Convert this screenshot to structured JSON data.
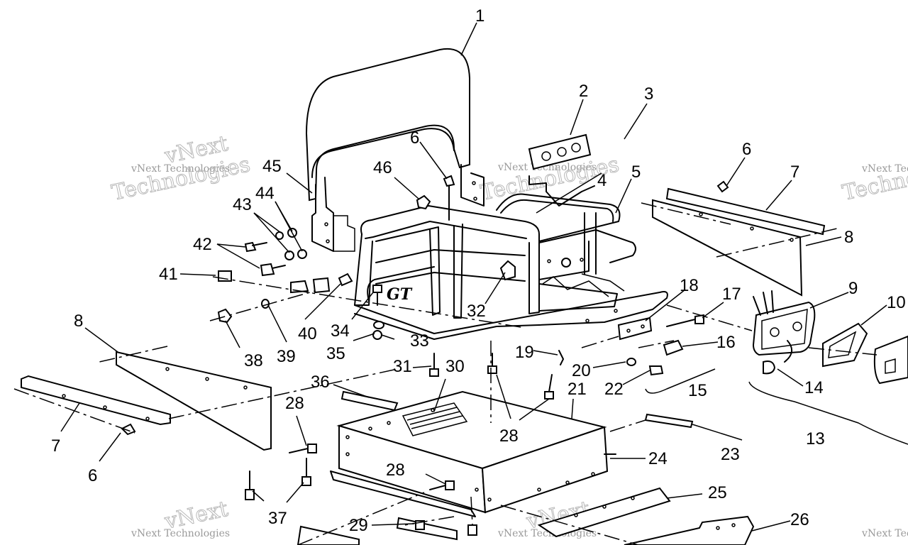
{
  "watermark": {
    "small": "vNext Technologies",
    "big_line1": "vNext",
    "big_line2": "Technologies"
  },
  "frame_badge": "GT",
  "callouts": [
    "1",
    "2",
    "3",
    "4",
    "5",
    "6",
    "7",
    "8",
    "9",
    "10",
    "13",
    "14",
    "15",
    "16",
    "17",
    "18",
    "19",
    "20",
    "21",
    "22",
    "23",
    "24",
    "25",
    "26",
    "28",
    "29",
    "30",
    "31",
    "32",
    "33",
    "34",
    "35",
    "36",
    "37",
    "38",
    "39",
    "40",
    "41",
    "42",
    "43",
    "44",
    "45",
    "46"
  ],
  "colors": {
    "ink": "#000000",
    "background": "#ffffff",
    "watermark": "#9a9a9a"
  }
}
